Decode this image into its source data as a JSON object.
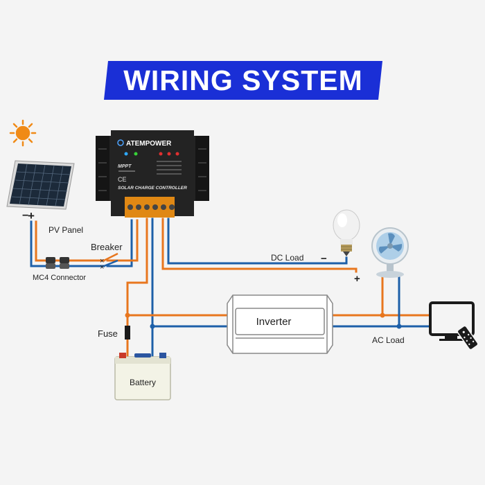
{
  "title": "WIRING SYSTEM",
  "controller": {
    "brand": "ATEMPOWER",
    "mode": "MPPT",
    "name": "SOLAR CHARGE CONTROLLER",
    "certification": "CE"
  },
  "labels": {
    "pv_panel": "PV Panel",
    "breaker": "Breaker",
    "mc4_connector": "MC4 Connector",
    "dc_load": "DC Load",
    "inverter": "Inverter",
    "fuse": "Fuse",
    "battery": "Battery",
    "ac_load": "AC Load"
  },
  "polarity": {
    "pv_negative": "−",
    "pv_positive": "+",
    "dc_negative": "−",
    "dc_positive": "+",
    "breaker_mark": "×"
  },
  "colors": {
    "banner": "#1a2fd6",
    "positive_wire": "#e8761e",
    "negative_wire": "#1d5fa8",
    "controller_body": "#2b2b2b",
    "sun": "#f08a16"
  },
  "icons": [
    "sun-icon",
    "solar-panel-icon",
    "light-bulb-icon",
    "desk-fan-icon",
    "tv-icon",
    "remote-control-icon"
  ]
}
